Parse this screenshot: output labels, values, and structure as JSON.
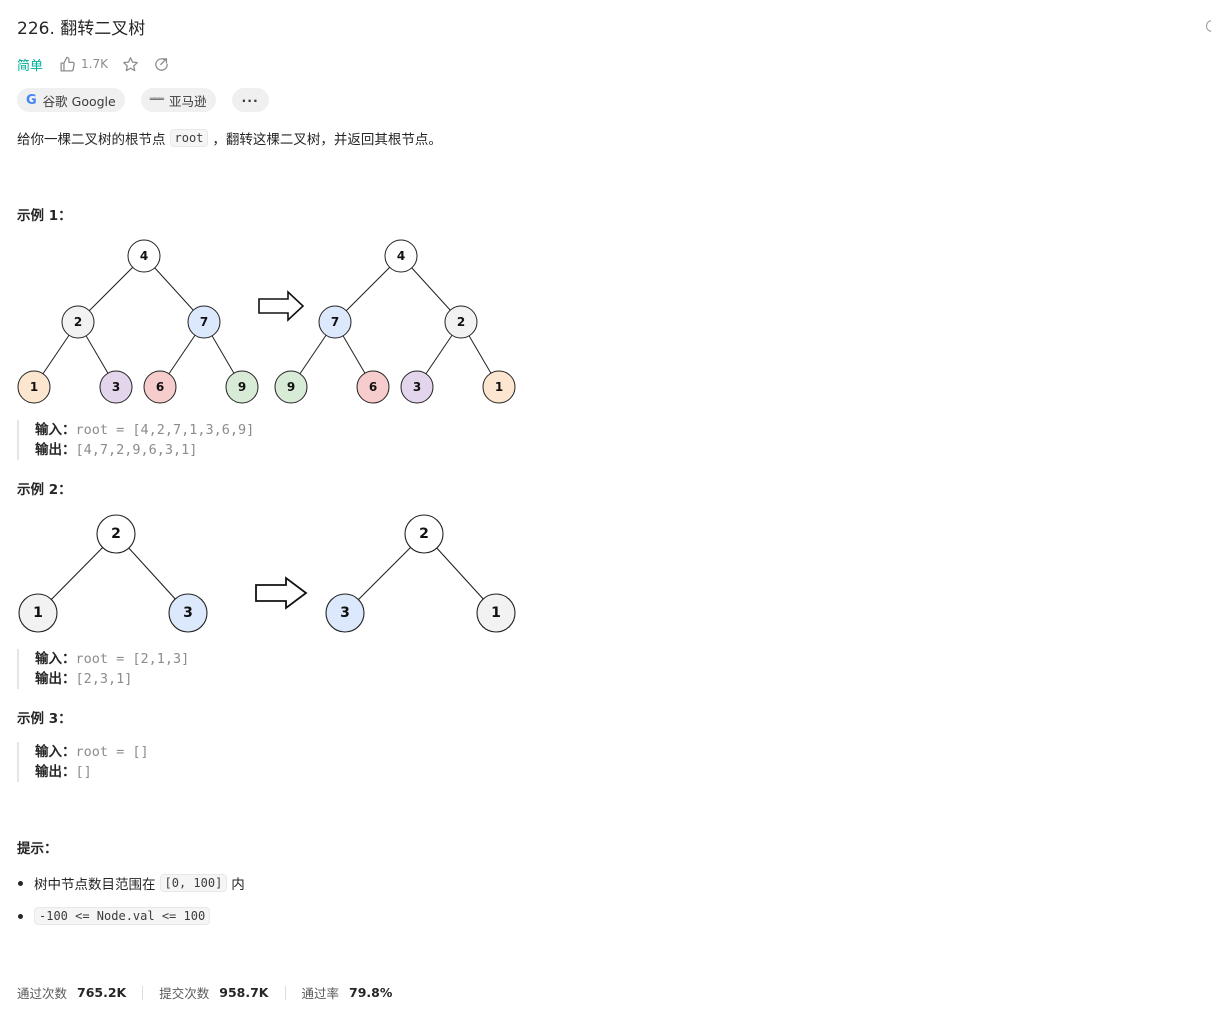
{
  "problem": {
    "title": "226. 翻转二叉树",
    "difficulty": "简单",
    "likes": "1.7K"
  },
  "tags": [
    {
      "label": "谷歌 Google"
    },
    {
      "label": "亚马逊"
    },
    {
      "label": "···"
    }
  ],
  "description": {
    "before": "给你一棵二叉树的根节点",
    "code": "root",
    "after": "，翻转这棵二叉树，并返回其根节点。"
  },
  "examples": [
    {
      "heading": "示例 1：",
      "input_label": "输入：",
      "input": "root = [4,2,7,1,3,6,9]",
      "output_label": "输出：",
      "output": "[4,7,2,9,6,3,1]",
      "tree_before": [
        "4",
        "2",
        "7",
        "1",
        "3",
        "6",
        "9"
      ],
      "tree_after": [
        "4",
        "7",
        "2",
        "9",
        "6",
        "3",
        "1"
      ]
    },
    {
      "heading": "示例 2：",
      "input_label": "输入：",
      "input": "root = [2,1,3]",
      "output_label": "输出：",
      "output": "[2,3,1]",
      "tree_before": [
        "2",
        "1",
        "3"
      ],
      "tree_after": [
        "2",
        "3",
        "1"
      ]
    },
    {
      "heading": "示例 3：",
      "input_label": "输入：",
      "input": "root = []",
      "output_label": "输出：",
      "output": "[]"
    }
  ],
  "colors": {
    "white": "#ffffff",
    "grey": "#f2f2f2",
    "orange": "#fde6cf",
    "purple": "#e3d6ec",
    "red": "#f7cccc",
    "blue": "#dce8fb",
    "green": "#d8ebd6",
    "accent": "#00af9b"
  },
  "hints": {
    "heading": "提示：",
    "items": [
      {
        "before": "树中节点数目范围在",
        "code": "[0, 100]",
        "after": "内"
      },
      {
        "before": "",
        "code": "-100 <= Node.val <= 100",
        "after": ""
      }
    ]
  },
  "stats": [
    {
      "label": "通过次数",
      "value": "765.2K"
    },
    {
      "label": "提交次数",
      "value": "958.7K"
    },
    {
      "label": "通过率",
      "value": "79.8%"
    }
  ]
}
